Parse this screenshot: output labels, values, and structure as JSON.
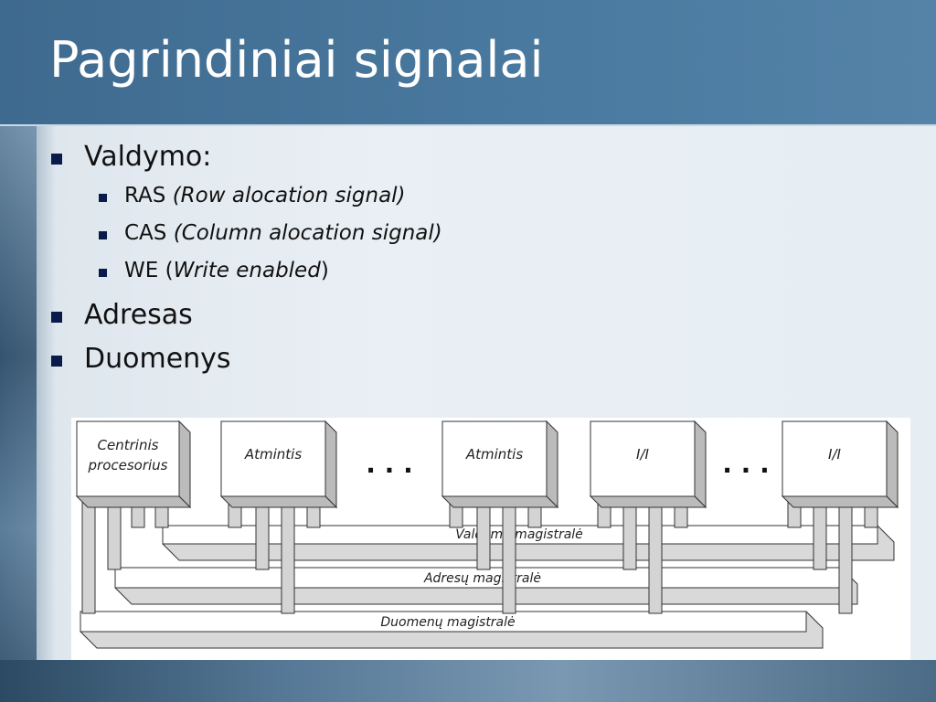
{
  "slide": {
    "title": "Pagrindiniai signalai",
    "bullets": [
      {
        "text": "Valdymo:"
      },
      {
        "abbr": "RAS",
        "desc": "(Row alocation signal)"
      },
      {
        "abbr": "CAS",
        "desc": "(Column alocation signal)"
      },
      {
        "abbr": "WE",
        "open": "(",
        "desc": "Write enabled",
        "close": ")"
      },
      {
        "text": "Adresas"
      },
      {
        "text": "Duomenys"
      }
    ]
  },
  "diagram": {
    "boxes": [
      {
        "line1": "Centrinis",
        "line2": "procesorius"
      },
      {
        "line1": "Atmintis"
      },
      {
        "line1": "Atmintis"
      },
      {
        "line1": "I/I"
      },
      {
        "line1": "I/I"
      }
    ],
    "ellipsis": ". . .",
    "buses": {
      "control": "Valdymo magistralė",
      "address": "Adresų magistralė",
      "data": "Duomenų magistralė"
    }
  }
}
